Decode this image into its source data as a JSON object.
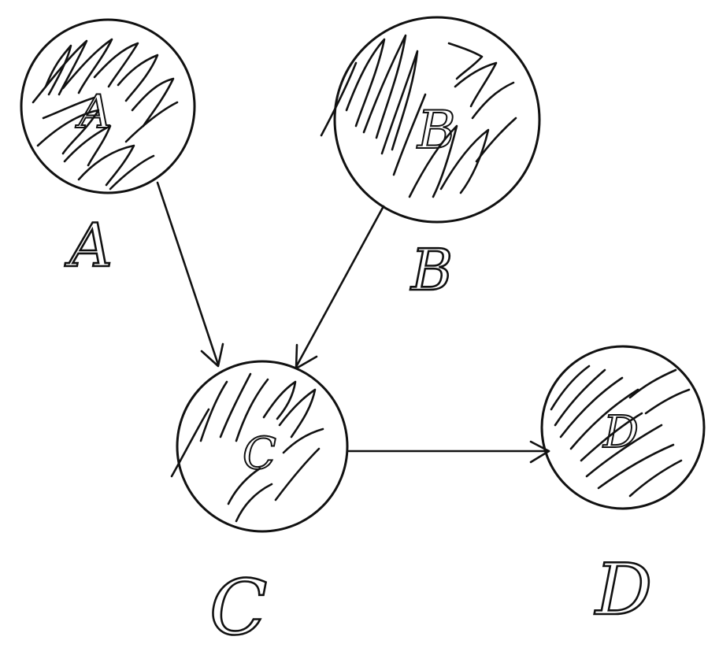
{
  "diagram": {
    "nodes": [
      {
        "id": "A",
        "inner_label": "A",
        "label": "A"
      },
      {
        "id": "B",
        "inner_label": "B",
        "label": "B"
      },
      {
        "id": "C",
        "inner_label": "C",
        "label": "C"
      },
      {
        "id": "D",
        "inner_label": "D",
        "label": "D"
      }
    ],
    "edges": [
      {
        "from": "A",
        "to": "C"
      },
      {
        "from": "B",
        "to": "C"
      },
      {
        "from": "C",
        "to": "D"
      }
    ],
    "colors": {
      "ink": "#111111",
      "background": "#ffffff"
    }
  }
}
